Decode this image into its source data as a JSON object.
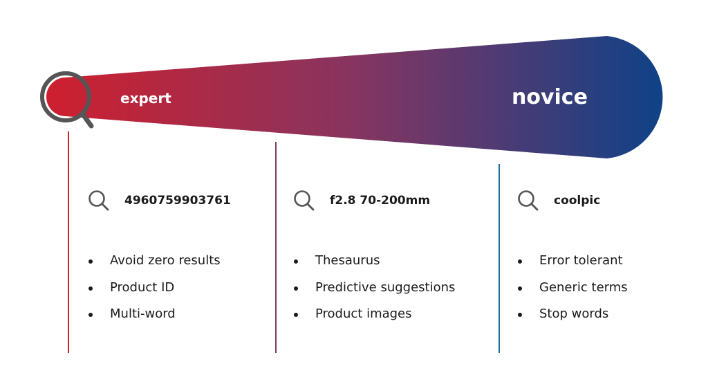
{
  "cone": {
    "label_start": "expert",
    "label_end": "novice",
    "gradient_start_color": "#cf1f2e",
    "gradient_end_color": "#0d4288",
    "icon": "magnifier-icon"
  },
  "columns": [
    {
      "query": "4960759903761",
      "icon": "search-icon",
      "divider_color": "#c8202e",
      "features": [
        "Avoid zero results",
        "Product ID",
        "Multi-word"
      ]
    },
    {
      "query": "f2.8 70-200mm",
      "icon": "search-icon",
      "divider_color": "#7a3a6b",
      "features": [
        "Thesaurus",
        "Predictive suggestions",
        "Product images"
      ]
    },
    {
      "query": "coolpic",
      "icon": "search-icon",
      "divider_color": "#1e6f9f",
      "features": [
        "Error tolerant",
        "Generic terms",
        "Stop words"
      ]
    }
  ]
}
